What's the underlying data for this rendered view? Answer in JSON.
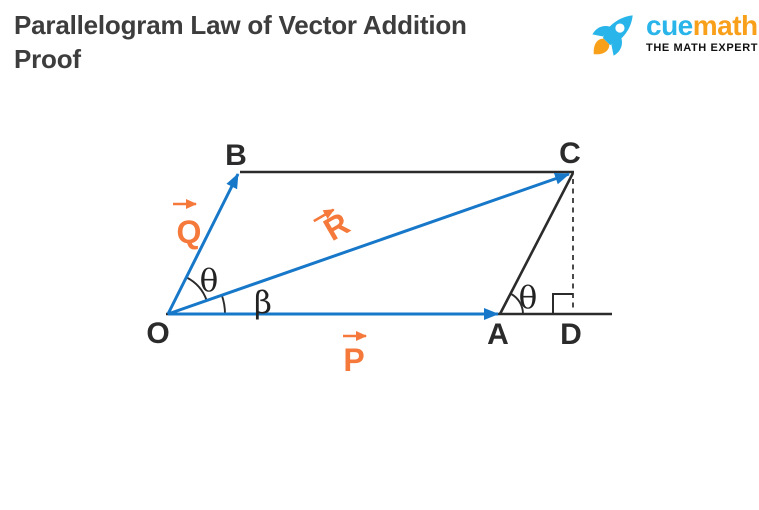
{
  "header": {
    "title_line1": "Parallelogram Law of Vector Addition",
    "title_line2": "Proof"
  },
  "logo": {
    "icon": "rocket-icon",
    "cue": "cue",
    "math": "math",
    "tagline": "THE MATH EXPERT"
  },
  "diagram": {
    "description": "Parallelogram OBCA with diagonal OC, perpendicular CD dropped to extended base OAD",
    "points": {
      "O": "O",
      "A": "A",
      "B": "B",
      "C": "C",
      "D": "D"
    },
    "vector_labels": {
      "P": "P",
      "Q": "Q",
      "R": "R"
    },
    "angle_labels": {
      "theta_at_O": "θ",
      "beta_at_O": "β",
      "theta_at_A": "θ"
    },
    "colors": {
      "vector_blue": "#1778c9",
      "vector_label_orange": "#f5793b",
      "line_dark": "#2b2b2b",
      "title_dark": "#3d3d3d",
      "logo_cyan": "#29b5ea",
      "logo_orange": "#f9a01b"
    }
  }
}
